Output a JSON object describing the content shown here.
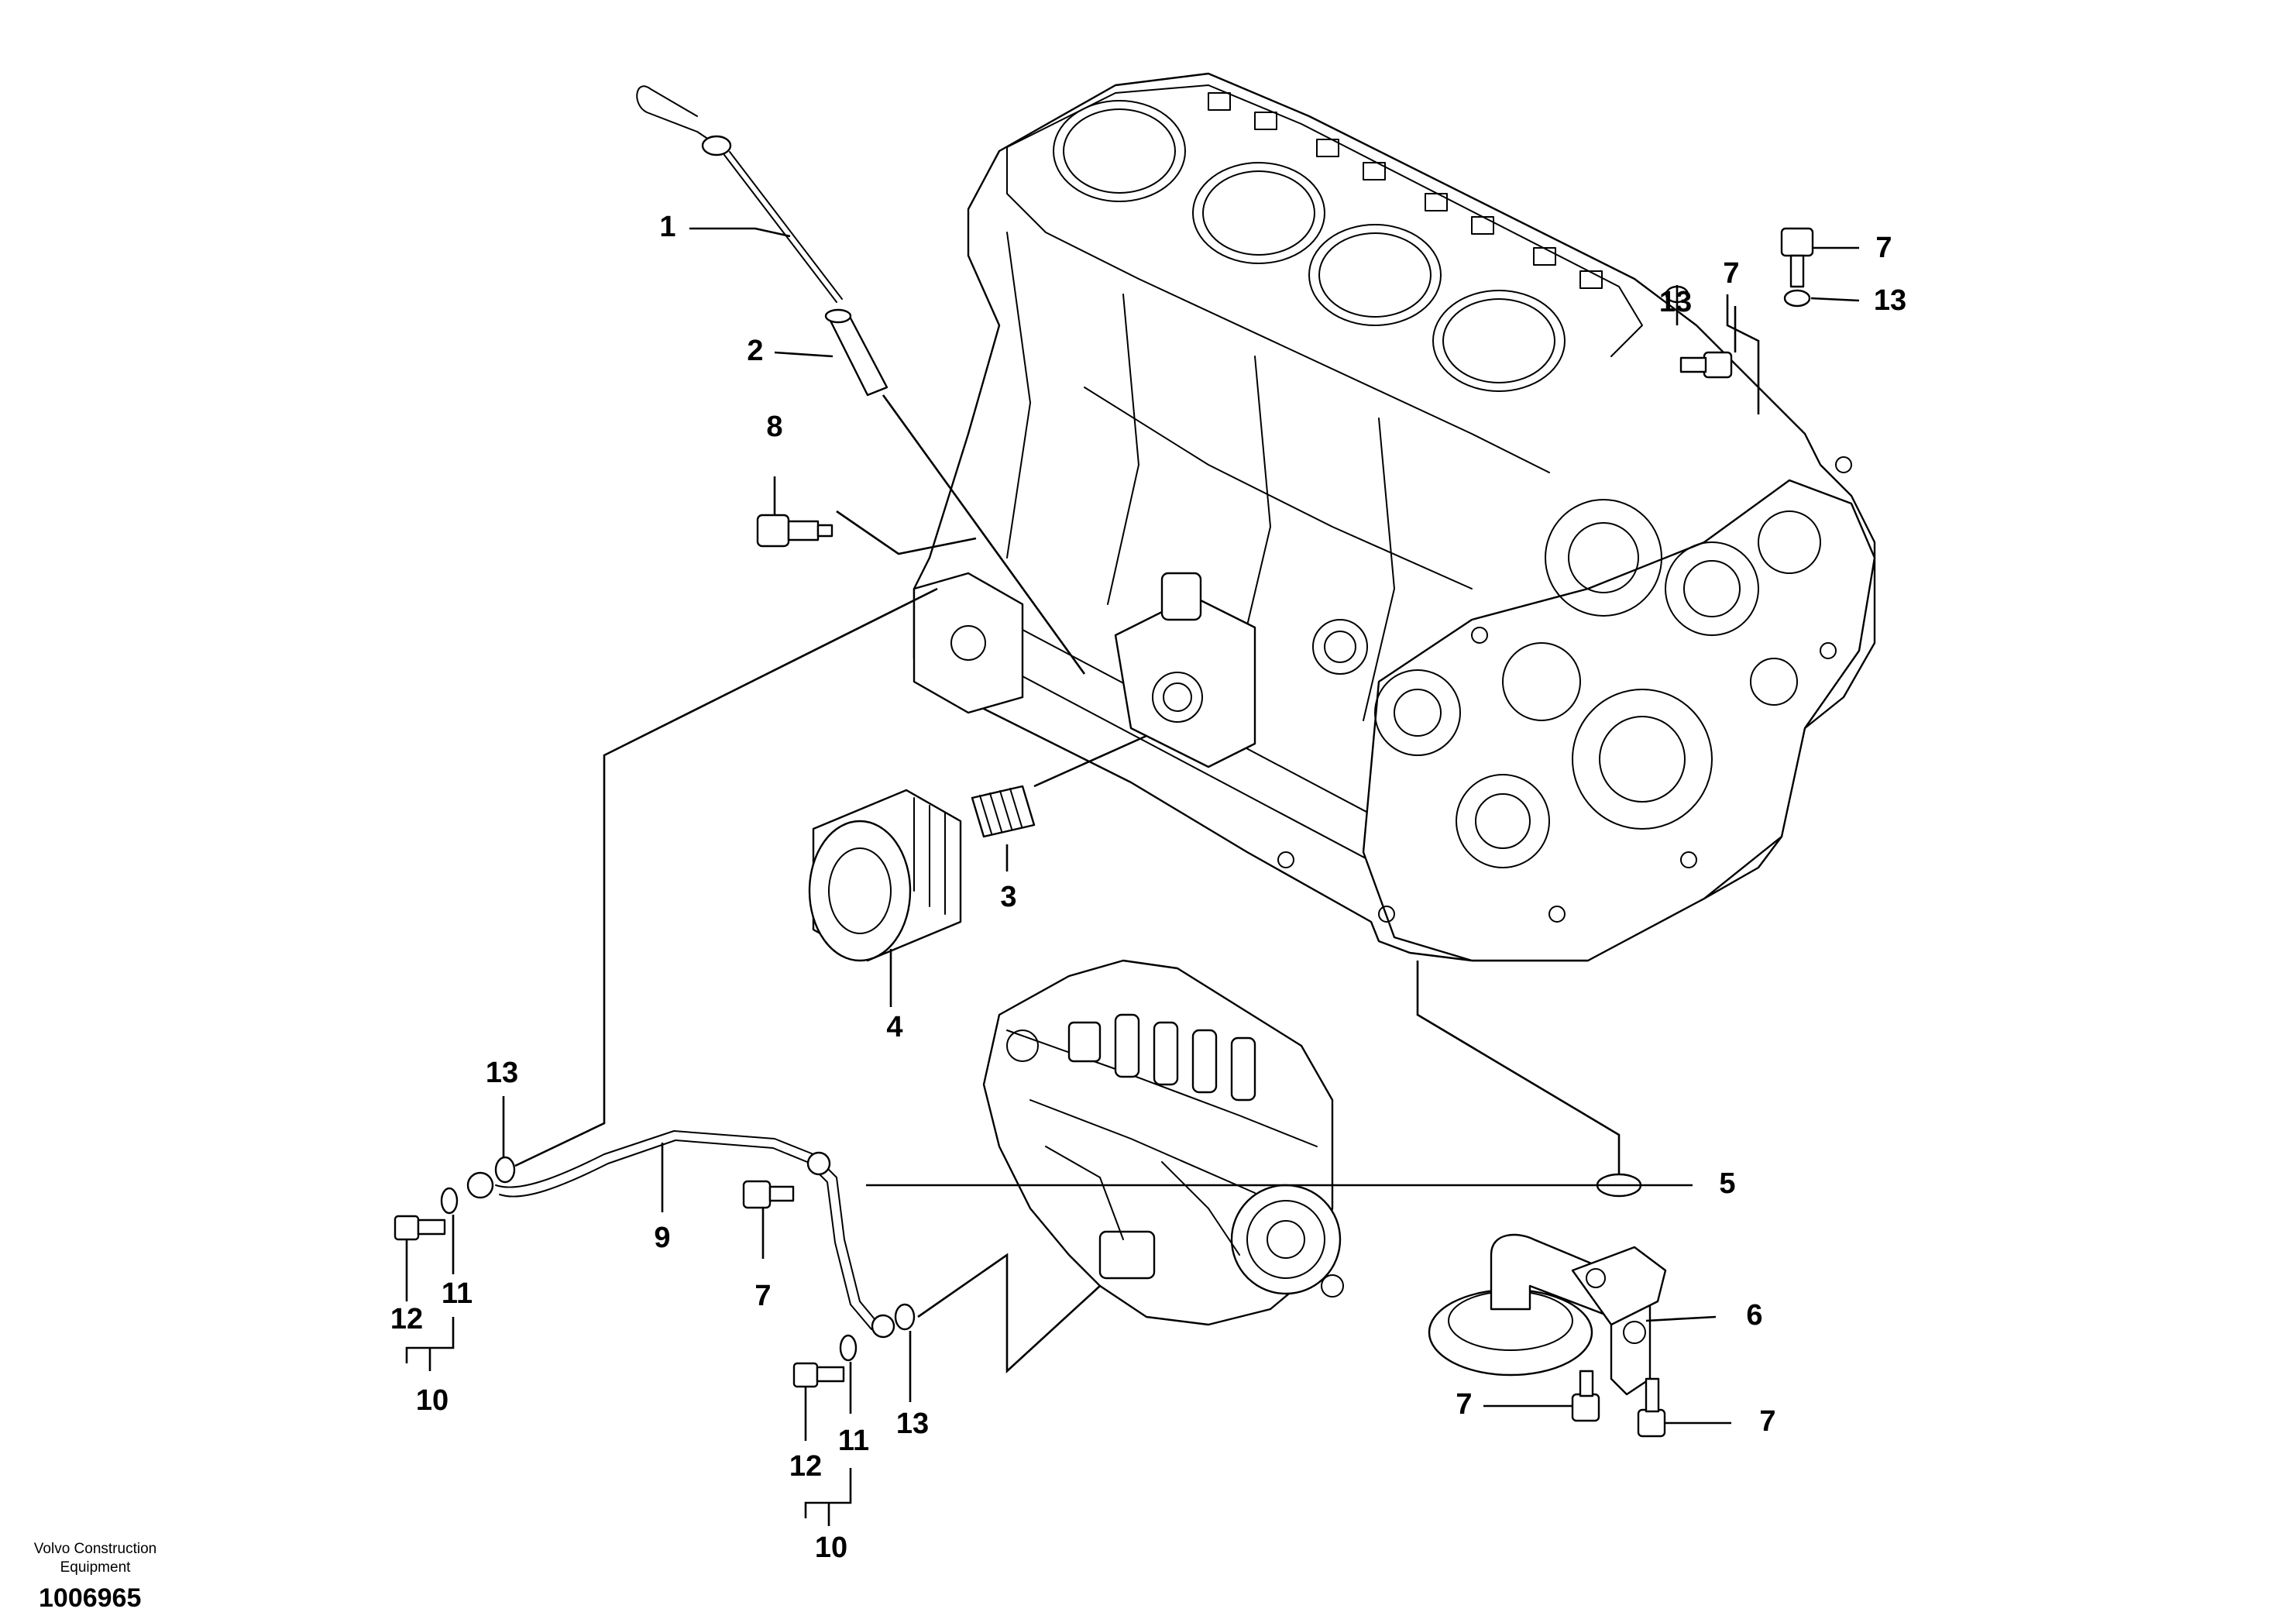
{
  "diagram": {
    "callouts": [
      "1",
      "2",
      "3",
      "4",
      "5",
      "6",
      "7",
      "8",
      "9",
      "10",
      "11",
      "12",
      "13"
    ]
  },
  "footer": {
    "brand_line1": "Volvo Construction",
    "brand_line2": "Equipment",
    "drawing_number": "1006965"
  }
}
